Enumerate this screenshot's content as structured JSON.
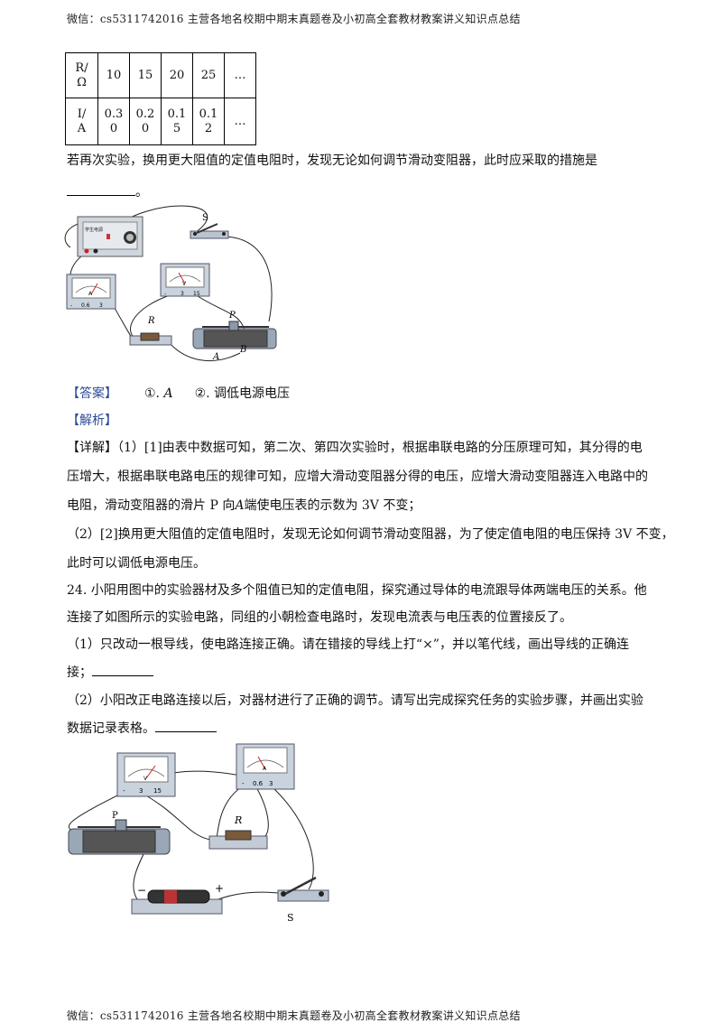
{
  "header": "微信：cs5311742016  主营各地名校期中期末真题卷及小初高全套教材教案讲义知识点总结",
  "footer": "微信：cs5311742016  主营各地名校期中期末真题卷及小初高全套教材教案讲义知识点总结",
  "table": {
    "r_header": [
      "R/",
      "Ω"
    ],
    "i_header": [
      "I/",
      "A"
    ],
    "r_values": [
      "10",
      "15",
      "20",
      "25",
      "…"
    ],
    "i_values": [
      [
        "0.3",
        "0"
      ],
      [
        "0.2",
        "0"
      ],
      [
        "0.1",
        "5"
      ],
      [
        "0.1",
        "2"
      ],
      [
        "…",
        ""
      ]
    ]
  },
  "question_tail": {
    "line1": "若再次实验，换用更大阻值的定值电阻时，发现无论如何调节滑动变阻器，此时应采取的措施是",
    "line2_end": "。"
  },
  "figure1": {
    "supply_label": "学生电源",
    "switch_label": "S",
    "resistor_label": "R",
    "slider_label": "P",
    "end_a": "A",
    "end_b": "B",
    "ammeter_letter": "A",
    "voltmeter_letter": "V",
    "ammeter_terminals": [
      "-",
      "0.6",
      "3"
    ],
    "voltmeter_terminals": [
      "-",
      "3",
      "15"
    ]
  },
  "answer": {
    "tag": "【答案】",
    "part1": "①. ",
    "part1_val": "A",
    "part2": "②. 调低电源电压"
  },
  "analysis_tag": "【解析】",
  "detail": {
    "tag": "【详解】",
    "p1_l1": "（1）[1]由表中数据可知，第二次、第四次实验时，根据串联电路的分压原理可知，其分得的电",
    "p1_l2": "压增大，根据串联电路电压的规律可知，应增大滑动变阻器分得的电压，应增大滑动变阻器连入电路中的",
    "p1_l3_a": "电阻，滑动变阻器的滑片 P 向",
    "p1_l3_b": "A",
    "p1_l3_c": "端使电压表的示数为 3V 不变；",
    "p2_l1": "（2）[2]换用更大阻值的定值电阻时，发现无论如何调节滑动变阻器，为了使定值电阻的电压保持 3V 不变，",
    "p2_l2": "此时可以调低电源电压。"
  },
  "q24": {
    "l1": "24. 小阳用图中的实验器材及多个阻值已知的定值电阻，探究通过导体的电流跟导体两端电压的关系。他",
    "l2": "连接了如图所示的实验电路，同组的小朝检查电路时，发现电流表与电压表的位置接反了。",
    "l3": "（1）只改动一根导线，使电路连接正确。请在错接的导线上打“×”，并以笔代线，画出导线的正确连",
    "l4": "接；",
    "l5": "（2）小阳改正电路连接以后，对器材进行了正确的调节。请写出完成探究任务的实验步骤，并画出实验",
    "l6": "数据记录表格。"
  },
  "figure2": {
    "voltmeter_letter": "V",
    "ammeter_letter": "A",
    "voltmeter_terminals": [
      "-",
      "3",
      "15"
    ],
    "ammeter_terminals": [
      "-",
      "0.6",
      "3"
    ],
    "slider_label": "P",
    "resistor_label": "R",
    "battery_minus": "−",
    "battery_plus": "+",
    "switch_label": "S"
  }
}
